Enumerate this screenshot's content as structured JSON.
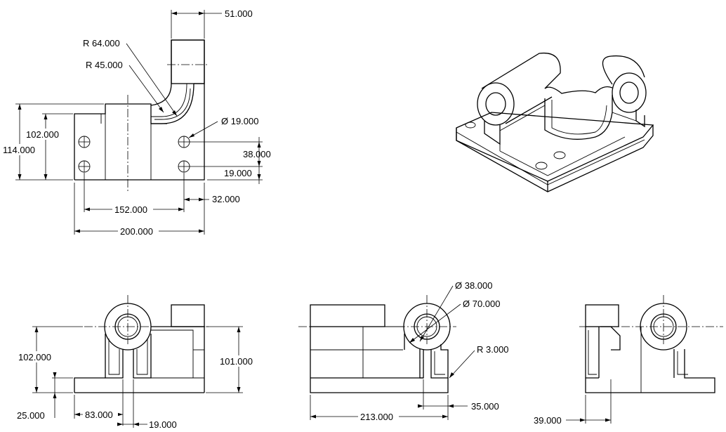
{
  "dimensions": {
    "top_width": "51.000",
    "radius_outer": "R 64.000",
    "radius_inner": "R 45.000",
    "hole_diameter": "Ø 19.000",
    "hole_spacing_v": "38.000",
    "hole_offset": "19.000",
    "height_inner": "102.000",
    "height_outer": "114.000",
    "hole_spacing_h": "152.000",
    "edge_offset": "32.000",
    "total_width": "200.000",
    "front_height": "102.000",
    "front_base": "25.000",
    "front_83": "83.000",
    "front_19": "19.000",
    "front_101": "101.000",
    "boss_inner_dia": "Ø 38.000",
    "boss_outer_dia": "Ø 70.000",
    "fillet": "R 3.000",
    "side_width": "213.000",
    "side_35": "35.000",
    "right_39": "39.000"
  }
}
